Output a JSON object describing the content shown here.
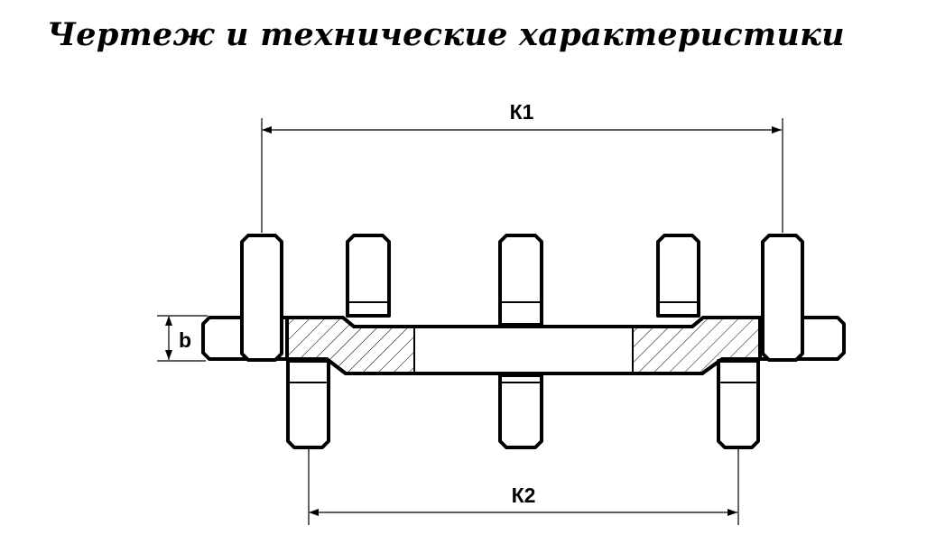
{
  "title": "Чертеж и технические характеристики",
  "dimensions": {
    "k1": "К1",
    "k2": "К2",
    "b": "b"
  },
  "colors": {
    "line": "#000000",
    "hatch": "#000000",
    "background": "#ffffff"
  }
}
